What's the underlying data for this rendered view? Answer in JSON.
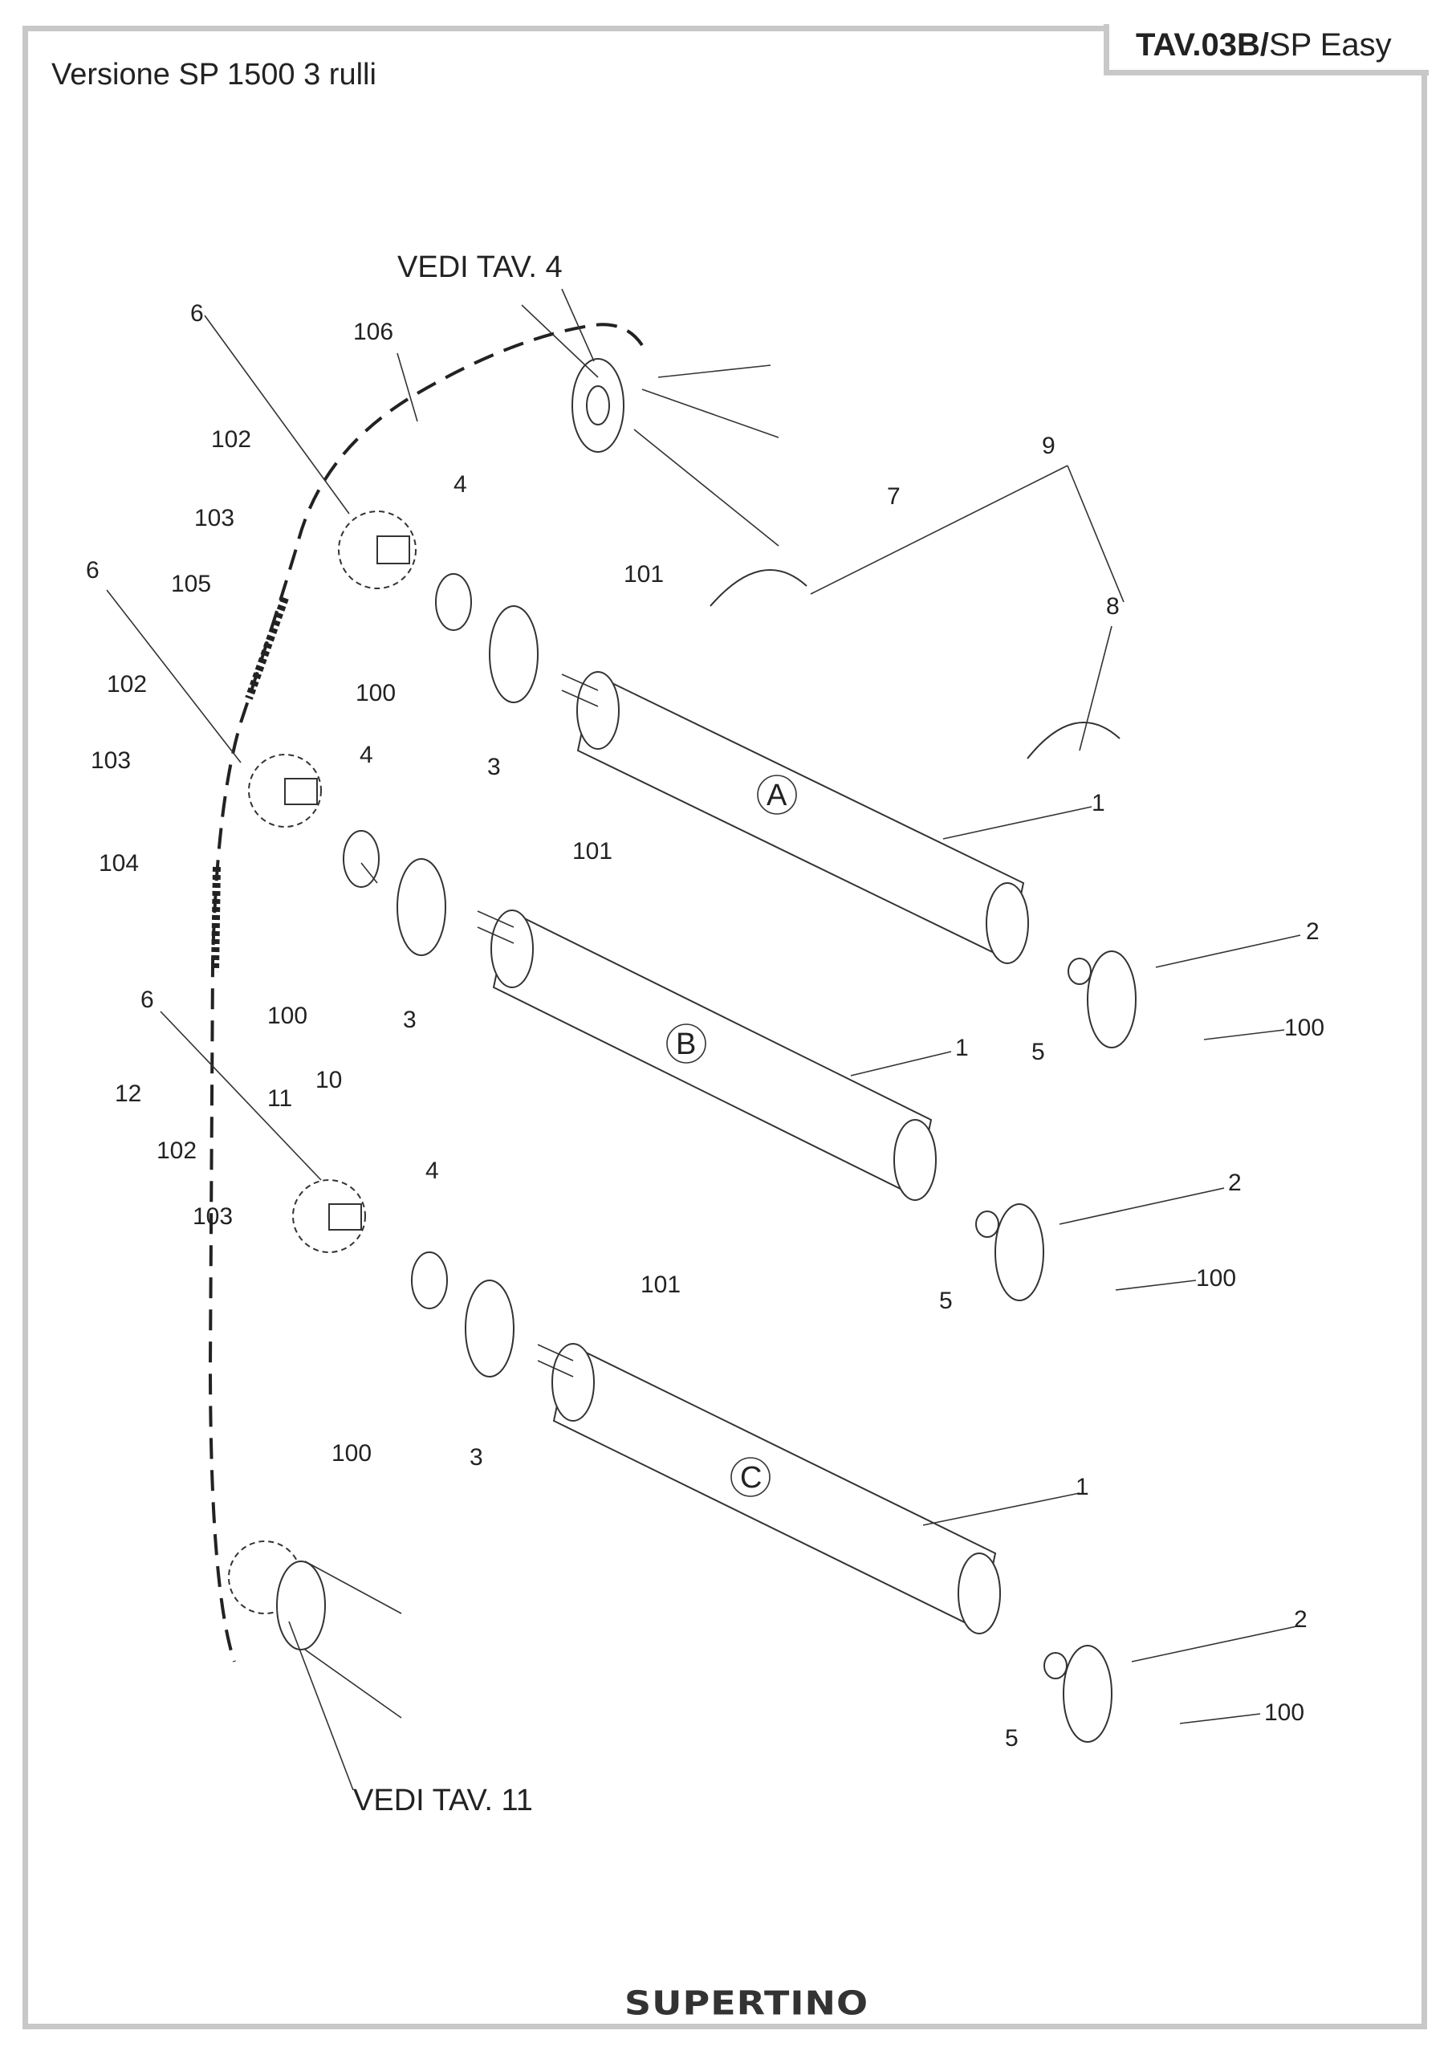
{
  "header": {
    "sheet_code_bold": "TAV.03B/",
    "sheet_code_rest": "SP Easy",
    "version": "Versione SP 1500 3 rulli"
  },
  "references": {
    "top": "VEDI TAV. 4",
    "bottom": "VEDI TAV. 11"
  },
  "roller_letters": [
    "A",
    "B",
    "C"
  ],
  "callouts": [
    "1",
    "1",
    "1",
    "2",
    "2",
    "2",
    "3",
    "3",
    "3",
    "4",
    "4",
    "4",
    "5",
    "5",
    "5",
    "6",
    "6",
    "6",
    "7",
    "8",
    "9",
    "10",
    "11",
    "12",
    "100",
    "100",
    "100",
    "100",
    "100",
    "100",
    "101",
    "101",
    "101",
    "102",
    "102",
    "102",
    "103",
    "103",
    "103",
    "104",
    "105",
    "106"
  ],
  "footer": {
    "brand": "SUPERTINO"
  }
}
